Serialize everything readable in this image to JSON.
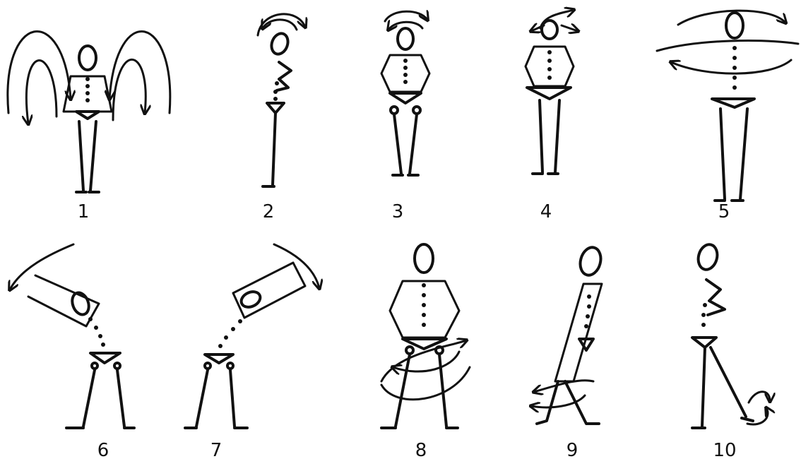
{
  "figures": [
    {
      "label": "1"
    },
    {
      "label": "2"
    },
    {
      "label": "3"
    },
    {
      "label": "4"
    },
    {
      "label": "5"
    },
    {
      "label": "6"
    },
    {
      "label": "7"
    },
    {
      "label": "8"
    },
    {
      "label": "9"
    },
    {
      "label": "10"
    }
  ]
}
